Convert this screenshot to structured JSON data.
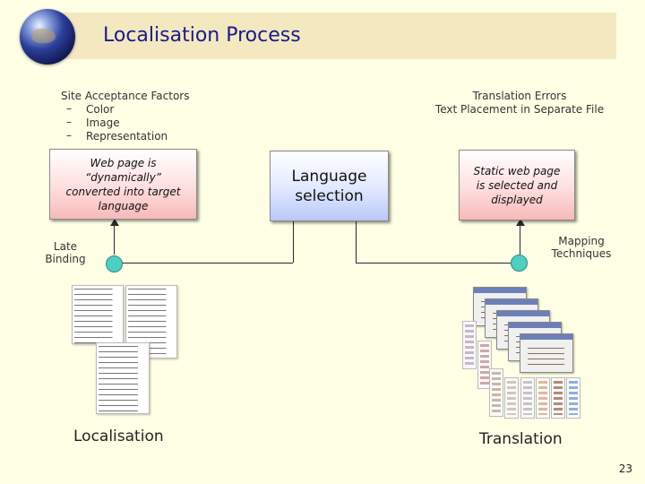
{
  "title": "Localisation Process",
  "left_notes": {
    "heading": "Site Acceptance Factors",
    "items": [
      "Color",
      "Image",
      "Representation"
    ]
  },
  "right_notes": {
    "line1": "Translation Errors",
    "line2": "Text Placement in Separate File"
  },
  "boxes": {
    "left": [
      "Web page is",
      "“dynamically”",
      "converted into target",
      "language"
    ],
    "middle": [
      "Language",
      "selection"
    ],
    "right": [
      "Static web page",
      "is selected and",
      "displayed"
    ]
  },
  "labels": {
    "late_binding": [
      "Late",
      "Binding"
    ],
    "mapping": [
      "Mapping",
      "Techniques"
    ]
  },
  "captions": {
    "localisation": "Localisation",
    "translation": "Translation"
  },
  "page_number": "23",
  "colors": {
    "title": "#1a1a8c",
    "node": "#4ed0c0",
    "pink_box": "#f7b9b9",
    "blue_box": "#b8c8f8"
  },
  "icons": [
    "globe-icon"
  ]
}
